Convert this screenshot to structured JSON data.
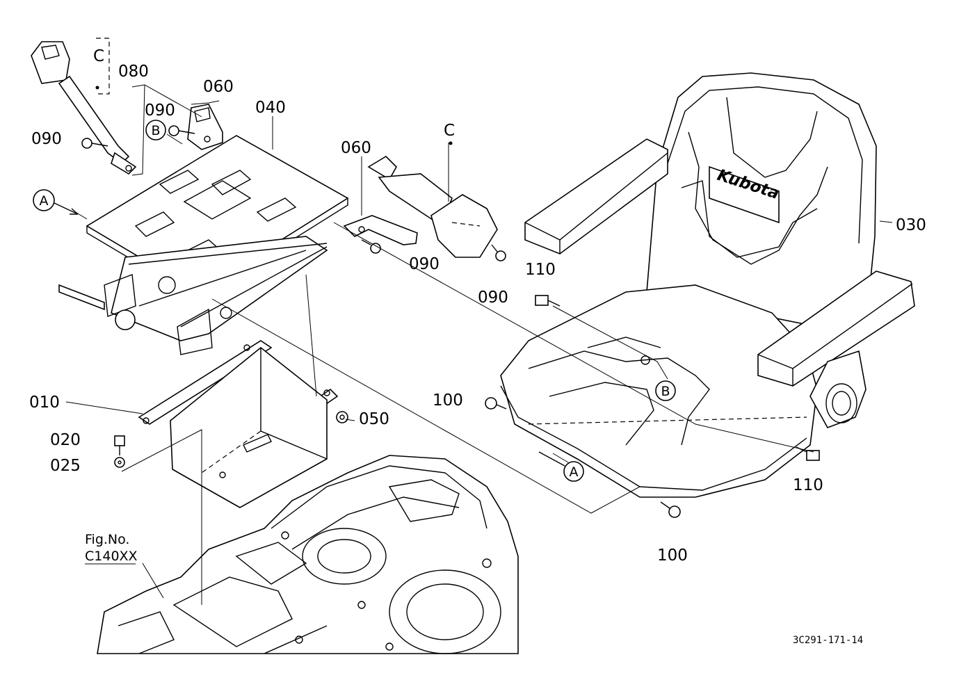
{
  "brand_text": "Kubota",
  "drawing_code": "3C291-171-14",
  "fig_ref": {
    "line1": "Fig.No.",
    "line2": "C140XX"
  },
  "callouts": [
    "A",
    "B",
    "C"
  ],
  "part_labels": {
    "p010": "010",
    "p020": "020",
    "p025": "025",
    "p030": "030",
    "p040": "040",
    "p050": "050",
    "p060_left": "060",
    "p060_right": "060",
    "p080": "080",
    "p090_upper": "090",
    "p090_left": "090",
    "p090_mid": "090",
    "p090_right": "090",
    "p100_left": "100",
    "p100_bottom": "100",
    "p110_top": "110",
    "p110_right": "110"
  }
}
